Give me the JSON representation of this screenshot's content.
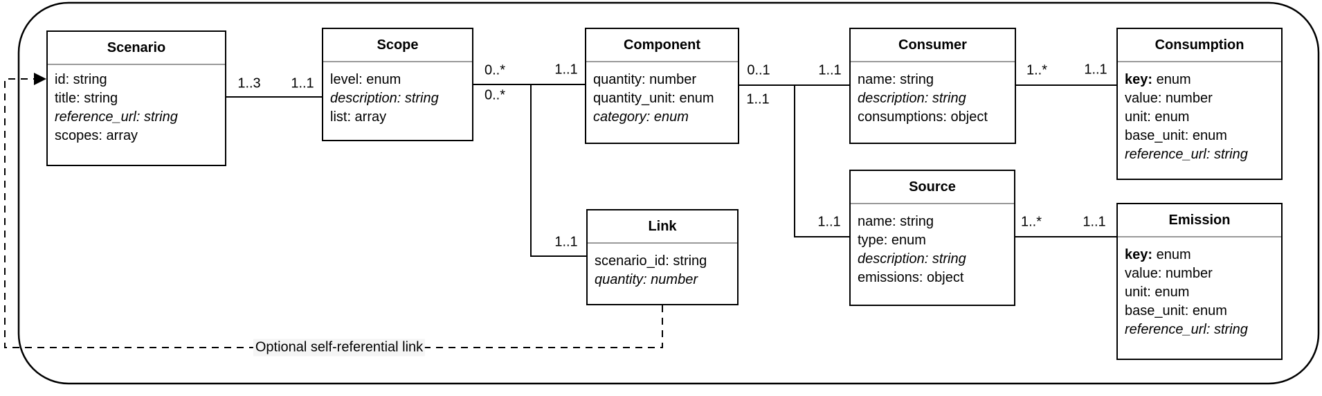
{
  "diagram": {
    "colors": {
      "background": "#ffffff",
      "box_border": "#000000",
      "title_divider": "#999999",
      "line": "#000000",
      "note_background": "#f5f5f5"
    },
    "entities": [
      {
        "id": "scenario",
        "title": "Scenario",
        "attributes": [
          {
            "name": "id",
            "type": "string"
          },
          {
            "name": "title",
            "type": "string"
          },
          {
            "name": "reference_url",
            "type": "string",
            "italic": true
          },
          {
            "name": "scopes",
            "type": "array"
          }
        ]
      },
      {
        "id": "scope",
        "title": "Scope",
        "attributes": [
          {
            "name": "level",
            "type": "enum"
          },
          {
            "name": "description",
            "type": "string",
            "italic": true
          },
          {
            "name": "list",
            "type": "array"
          }
        ]
      },
      {
        "id": "component",
        "title": "Component",
        "attributes": [
          {
            "name": "quantity",
            "type": "number"
          },
          {
            "name": "quantity_unit",
            "type": "enum"
          },
          {
            "name": "category",
            "type": "enum",
            "italic": true
          }
        ]
      },
      {
        "id": "consumer",
        "title": "Consumer",
        "attributes": [
          {
            "name": "name",
            "type": "string"
          },
          {
            "name": "description",
            "type": "string",
            "italic": true
          },
          {
            "name": "consumptions",
            "type": "object"
          }
        ]
      },
      {
        "id": "consumption",
        "title": "Consumption",
        "attributes": [
          {
            "name": "key",
            "type": "enum",
            "bold_name": true
          },
          {
            "name": "value",
            "type": "number"
          },
          {
            "name": "unit",
            "type": "enum"
          },
          {
            "name": "base_unit",
            "type": "enum"
          },
          {
            "name": "reference_url",
            "type": "string",
            "italic": true
          }
        ]
      },
      {
        "id": "link",
        "title": "Link",
        "attributes": [
          {
            "name": "scenario_id",
            "type": "string"
          },
          {
            "name": "quantity",
            "type": "number",
            "italic": true
          }
        ]
      },
      {
        "id": "source",
        "title": "Source",
        "attributes": [
          {
            "name": "name",
            "type": "string"
          },
          {
            "name": "type",
            "type": "enum"
          },
          {
            "name": "description",
            "type": "string",
            "italic": true
          },
          {
            "name": "emissions",
            "type": "object"
          }
        ]
      },
      {
        "id": "emission",
        "title": "Emission",
        "attributes": [
          {
            "name": "key",
            "type": "enum",
            "bold_name": true
          },
          {
            "name": "value",
            "type": "number"
          },
          {
            "name": "unit",
            "type": "enum"
          },
          {
            "name": "base_unit",
            "type": "enum"
          },
          {
            "name": "reference_url",
            "type": "string",
            "italic": true
          }
        ]
      }
    ],
    "relationships": [
      {
        "from": "Scenario",
        "to": "Scope",
        "from_mult": "1..3",
        "to_mult": "1..1"
      },
      {
        "from": "Scope",
        "to": "Component",
        "from_mult": "0..*",
        "to_mult": "1..1"
      },
      {
        "from": "Scope",
        "to": "Link",
        "from_mult": "0..*",
        "to_mult": "1..1"
      },
      {
        "from": "Component",
        "to": "Consumer",
        "from_mult": "0..1",
        "to_mult": "1..1"
      },
      {
        "from": "Component",
        "to": "Source",
        "from_mult": "1..1",
        "to_mult": "1..1"
      },
      {
        "from": "Consumer",
        "to": "Consumption",
        "from_mult": "1..*",
        "to_mult": "1..1"
      },
      {
        "from": "Source",
        "to": "Emission",
        "from_mult": "1..*",
        "to_mult": "1..1"
      },
      {
        "from": "Link",
        "to": "Scenario",
        "label": "Optional self-referential link"
      }
    ]
  }
}
